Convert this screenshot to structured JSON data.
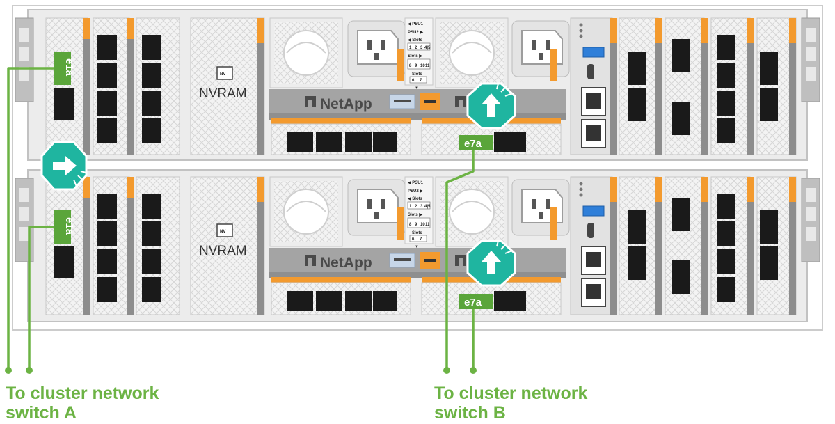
{
  "chassis": {
    "modules": [
      "NVRAM",
      "NVRAM"
    ],
    "nv_badge": "NV",
    "brand": "NetApp",
    "psu_panel": {
      "psu1": "◀ PSU1",
      "psu2": "PSU2 ▶",
      "slots_left": "◀ Slots",
      "slots_right": "Slots ▶",
      "slots_down": "Slots",
      "grid_top": [
        "1",
        "2",
        "3",
        "4|5"
      ],
      "grid_mid": [
        "8",
        "9",
        "10",
        "11"
      ],
      "grid_bottom": [
        "6",
        "7"
      ],
      "arrow_down": "▼"
    }
  },
  "ports": {
    "controller_top_left": "e1a",
    "controller_top_right": "e7a",
    "controller_bottom_left": "e1a",
    "controller_bottom_right": "e7a"
  },
  "captions": {
    "switch_a": {
      "line1": "To cluster network",
      "line2": "switch A"
    },
    "switch_b": {
      "line1": "To cluster network",
      "line2": "switch B"
    }
  },
  "colors": {
    "cable_green": "#6cb344",
    "port_label_green": "#5aa53a",
    "attention_teal": "#1fb5a0",
    "accent_orange": "#f39a2e",
    "chassis_gray": "#e9e9e9",
    "port_black": "#1a1a1a"
  },
  "icons": [
    "attention-arrow-icon",
    "netapp-logo-icon",
    "usb-icon",
    "ethernet-port-icon",
    "nv-chip-icon"
  ]
}
